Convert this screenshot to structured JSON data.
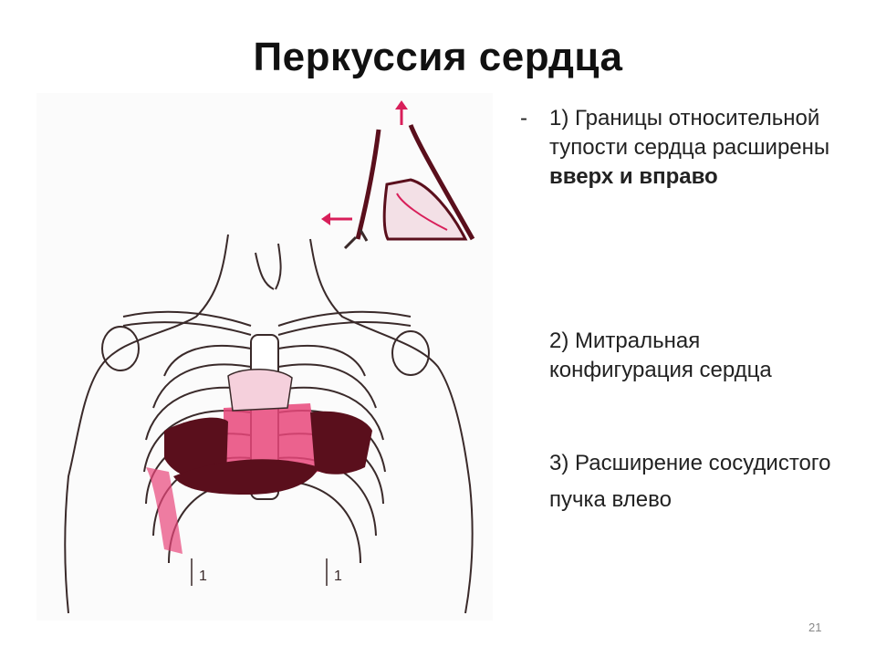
{
  "slide": {
    "title": "Перкуссия сердца",
    "number": "21"
  },
  "bullets": {
    "b1": {
      "dash": "-",
      "text_normal": "1) Границы относительной тупости сердца расширены ",
      "text_bold": "вверх и вправо"
    },
    "b2": {
      "text": "2) Митральная конфигурация сердца"
    },
    "b3": {
      "text": "3) Расширение сосудистого пучка влево"
    }
  },
  "figure": {
    "labels": [
      "1",
      "1"
    ],
    "colors": {
      "outline": "#3a2a2a",
      "dullness": "#e8467a",
      "dark": "#5a0f1c",
      "accent": "#d81f5a"
    }
  }
}
